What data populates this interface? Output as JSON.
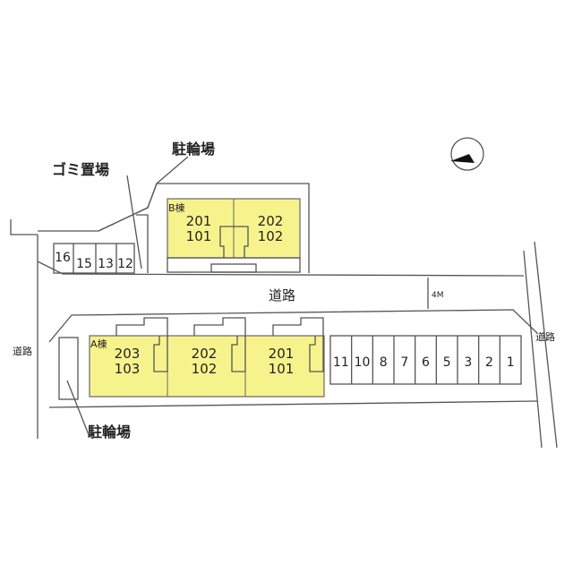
{
  "labels": {
    "bicycle_parking_top": "駐輪場",
    "garbage_area": "ゴミ置場",
    "bicycle_parking_bottom": "駐輪場",
    "road_center": "道路",
    "road_left": "道路",
    "road_right": "道路",
    "road_width": "4M"
  },
  "building_b": {
    "name": "B棟",
    "units": [
      {
        "upper": "201",
        "lower": "101"
      },
      {
        "upper": "202",
        "lower": "102"
      }
    ]
  },
  "building_a": {
    "name": "A棟",
    "units": [
      {
        "upper": "203",
        "lower": "103"
      },
      {
        "upper": "202",
        "lower": "102"
      },
      {
        "upper": "201",
        "lower": "101"
      }
    ]
  },
  "parking_top": [
    "16",
    "15",
    "13",
    "12"
  ],
  "parking_bottom": [
    "11",
    "10",
    "8",
    "7",
    "6",
    "5",
    "3",
    "2",
    "1"
  ],
  "colors": {
    "building": "#f7f38c",
    "lines": "#555555"
  },
  "icons": {
    "north_arrow": "north-arrow-icon"
  }
}
